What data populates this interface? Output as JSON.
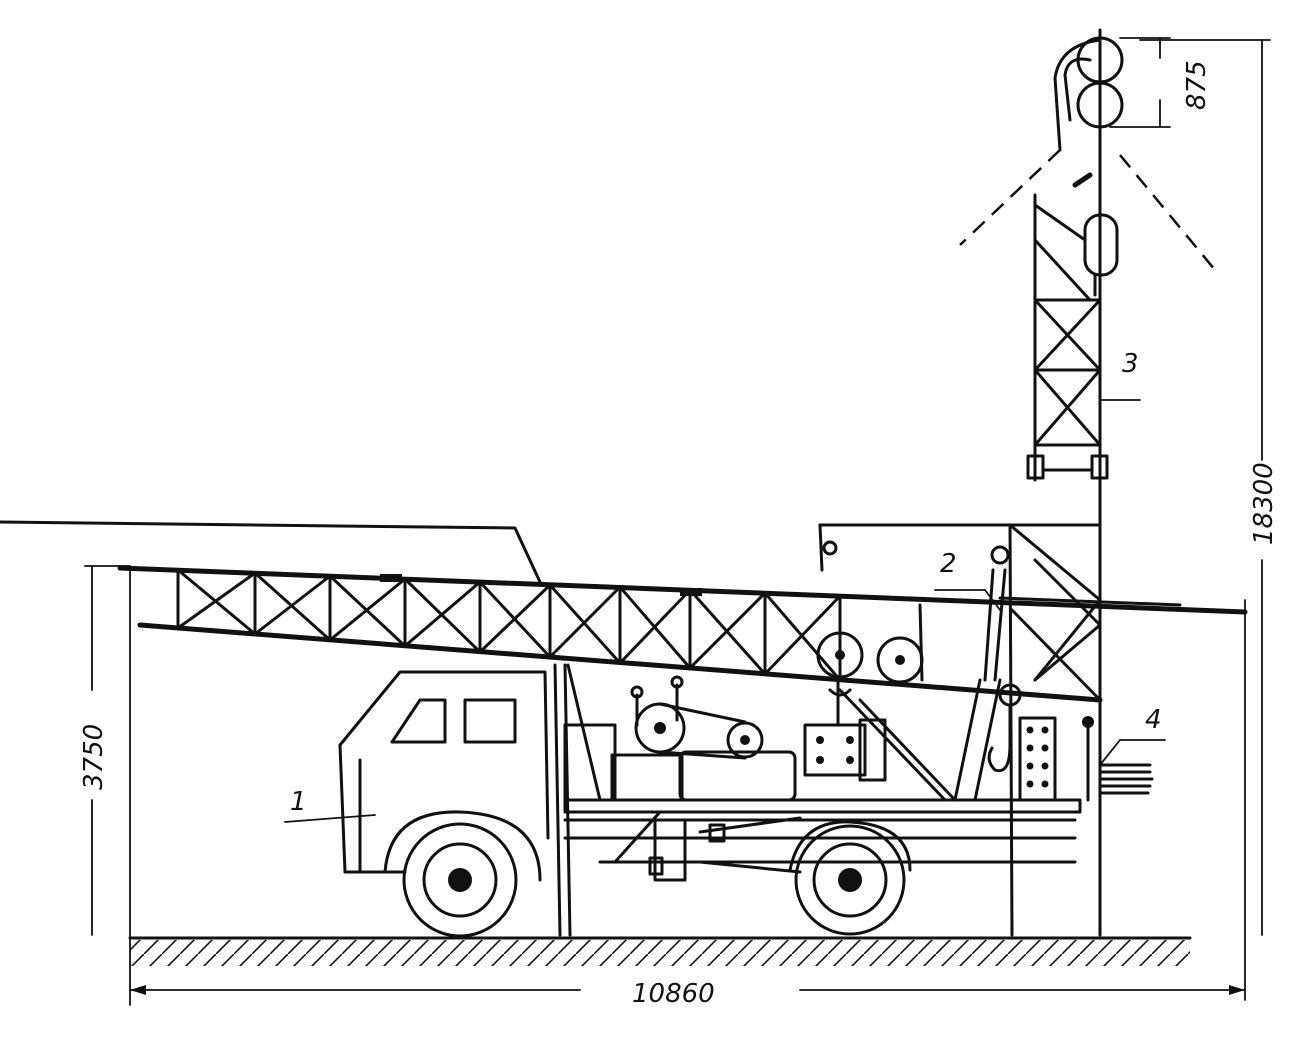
{
  "dimensions": {
    "sheave_spacing": "875",
    "total_height": "18300",
    "folded_height": "3750",
    "overall_length": "10860"
  },
  "callouts": {
    "carrier": "1",
    "hydraulic_cylinder": "2",
    "mast": "3",
    "pipe_rack": "4"
  },
  "colors": {
    "ink": "#111111",
    "paper": "#ffffff"
  }
}
